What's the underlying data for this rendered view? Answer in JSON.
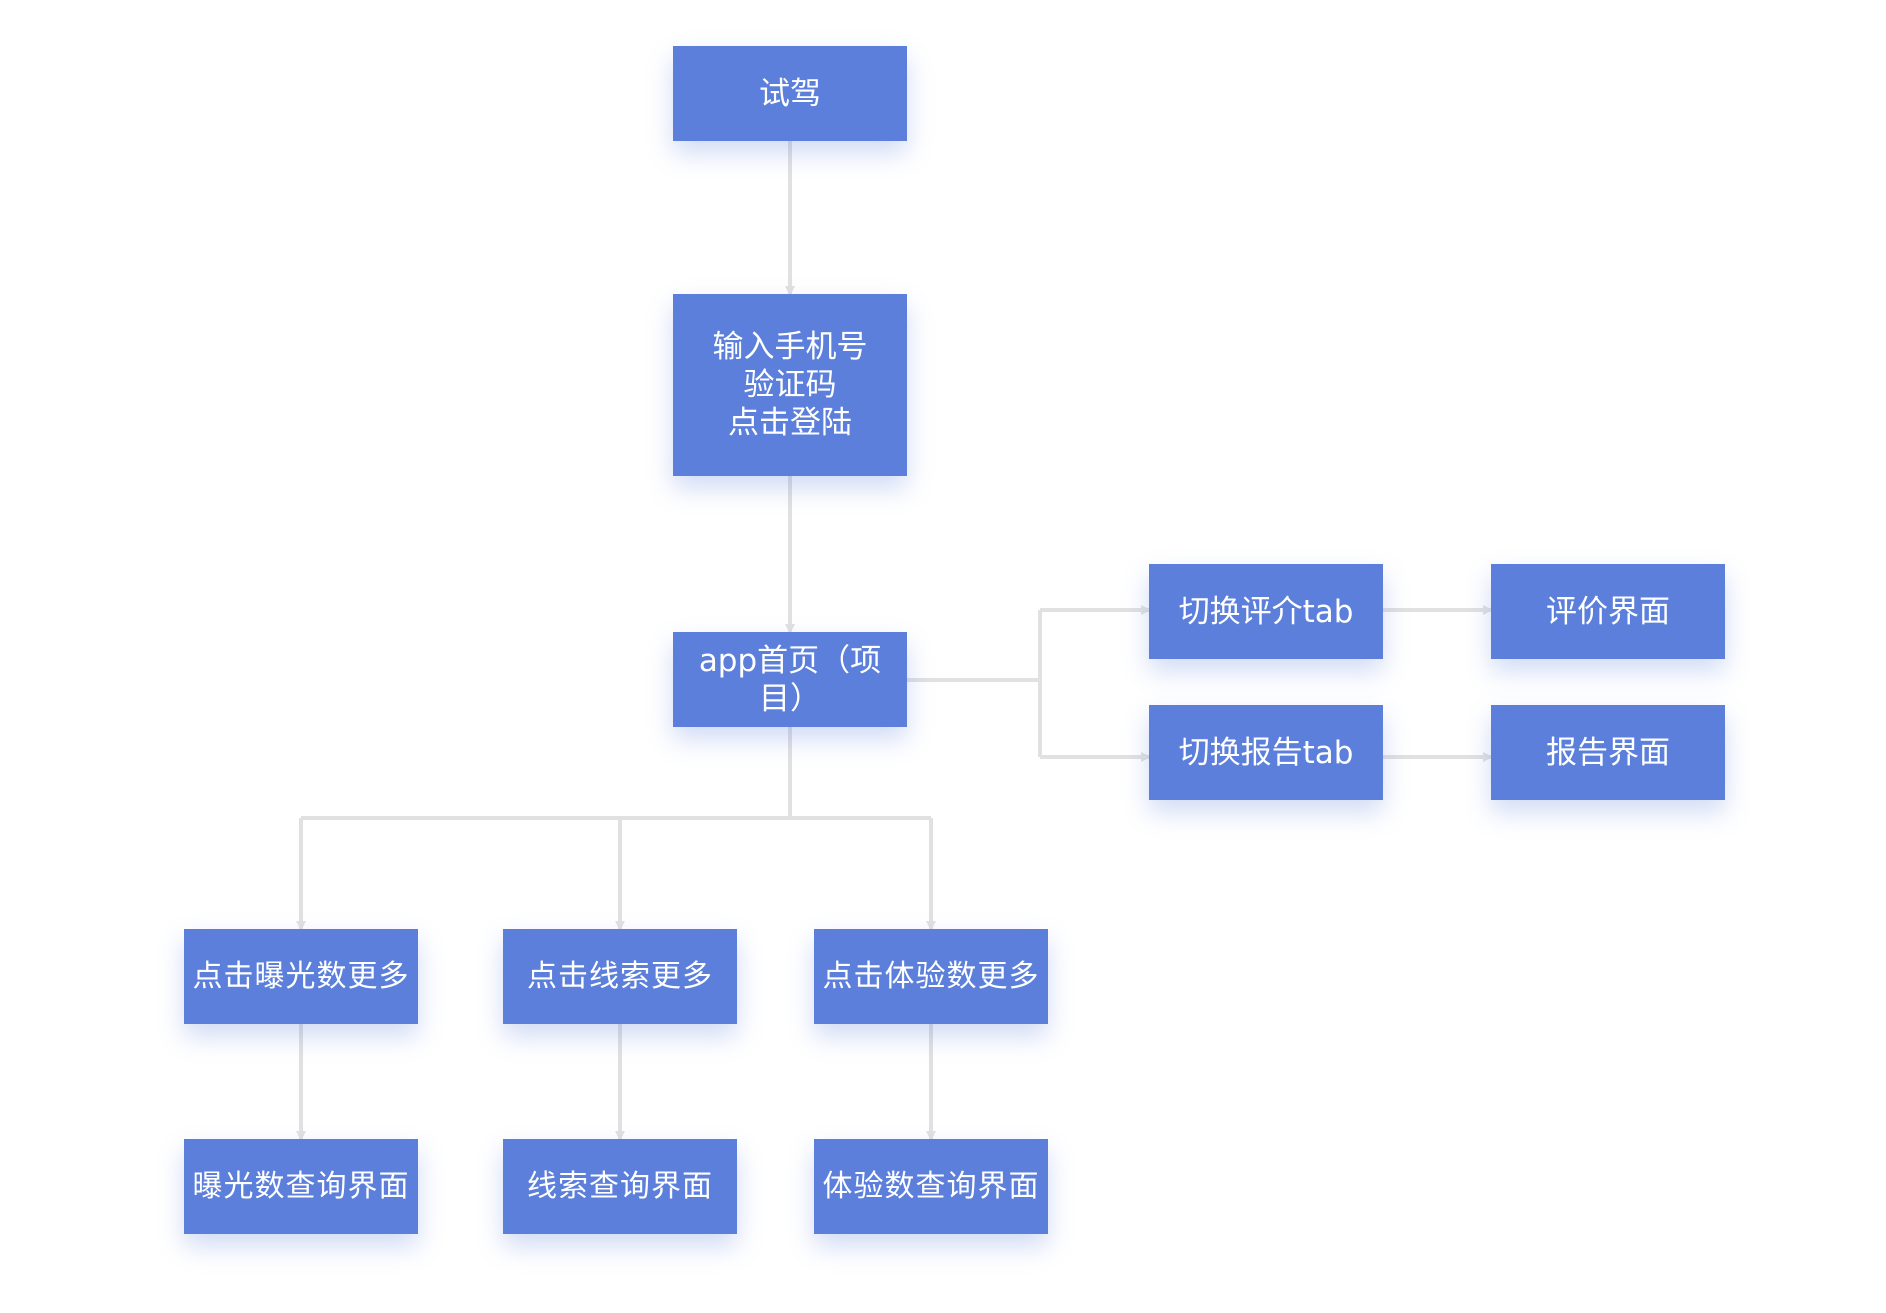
{
  "diagram": {
    "colors": {
      "node_fill": "#5b7fda",
      "node_text": "#ffffff",
      "connector": "#e1e1e1",
      "background": "#ffffff"
    },
    "nodes": {
      "shijia": "试驾",
      "login": "输入手机号\n验证码\n点击登陆",
      "home": "app首页（项目）",
      "tab_eval": "切换评介tab",
      "tab_report": "切换报告tab",
      "eval_page": "评价界面",
      "report_page": "报告界面",
      "click_exposure": "点击曝光数更多",
      "click_leads": "点击线索更多",
      "click_trial": "点击体验数更多",
      "exposure_page": "曝光数查询界面",
      "leads_page": "线索查询界面",
      "trial_page": "体验数查询界面"
    },
    "edges": [
      [
        "shijia",
        "login"
      ],
      [
        "login",
        "home"
      ],
      [
        "home",
        "tab_eval"
      ],
      [
        "home",
        "tab_report"
      ],
      [
        "tab_eval",
        "eval_page"
      ],
      [
        "tab_report",
        "report_page"
      ],
      [
        "home",
        "click_exposure"
      ],
      [
        "home",
        "click_leads"
      ],
      [
        "home",
        "click_trial"
      ],
      [
        "click_exposure",
        "exposure_page"
      ],
      [
        "click_leads",
        "leads_page"
      ],
      [
        "click_trial",
        "trial_page"
      ]
    ]
  }
}
